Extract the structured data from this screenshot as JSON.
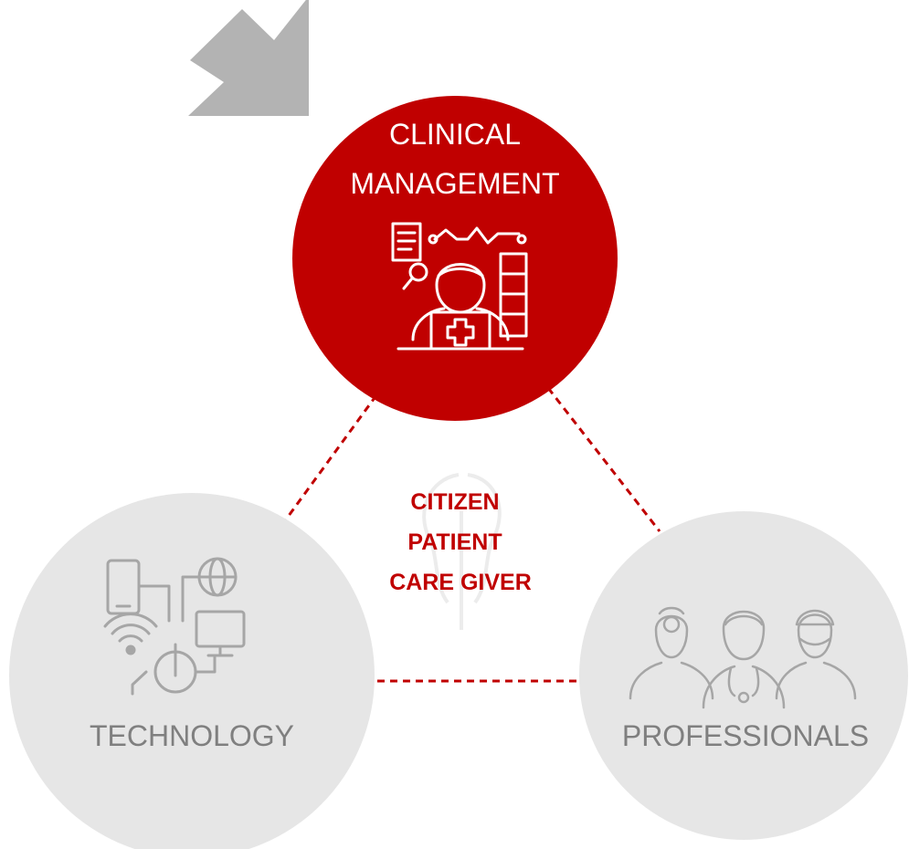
{
  "colors": {
    "accent": "#c00000",
    "node_inactive": "#e6e6e6",
    "label_inactive": "#7f7f7f",
    "icon_inactive": "#a6a6a6",
    "arrow": "#b3b3b3",
    "connector": "#c00000",
    "watermark": "#ececec"
  },
  "nodes": {
    "clinical": {
      "line1": "CLINICAL",
      "line2": "MANAGEMENT",
      "icon": "doctor-laptop-icon",
      "active": true
    },
    "technology": {
      "label": "TECHNOLOGY",
      "icon": "devices-network-icon",
      "active": false
    },
    "professionals": {
      "label": "PROFESSIONALS",
      "icon": "medical-staff-icon",
      "active": false
    }
  },
  "center": {
    "line1": "CITIZEN",
    "line2": "PATIENT",
    "line3": "CARE GIVER"
  },
  "pointer": {
    "icon": "arrow-down-right-icon"
  },
  "connectors": {
    "style": "dashed"
  }
}
